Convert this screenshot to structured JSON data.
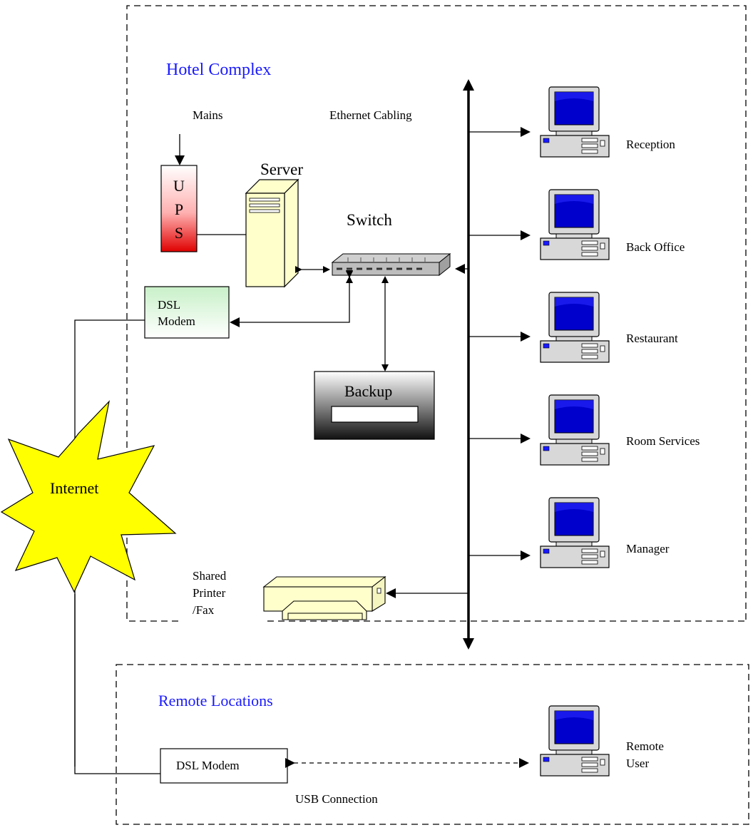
{
  "regions": {
    "hotel": "Hotel Complex",
    "remote": "Remote Locations"
  },
  "labels": {
    "mains": "Mains",
    "ethernet": "Ethernet Cabling",
    "server": "Server",
    "switch": "Switch",
    "ups": [
      "U",
      "P",
      "S"
    ],
    "dsl_modem_hotel": [
      "DSL",
      "Modem"
    ],
    "backup": "Backup",
    "internet": "Internet",
    "printer": [
      "Shared",
      "Printer",
      "/Fax"
    ],
    "dsl_modem_remote": "DSL Modem",
    "usb": "USB Connection"
  },
  "workstations": [
    {
      "label": "Reception"
    },
    {
      "label": "Back Office"
    },
    {
      "label": "Restaurant"
    },
    {
      "label": "Room Services"
    },
    {
      "label": "Manager"
    }
  ],
  "remote_user": [
    "Remote",
    "User"
  ],
  "colors": {
    "region_title": "#1a1aff",
    "internet_fill": "#ffff00",
    "ups_fill_bottom": "#e00000",
    "server_fill": "#ffffcc",
    "modem_fill_top": "#c8f0c8",
    "monitor_screen": "#0000cc"
  }
}
